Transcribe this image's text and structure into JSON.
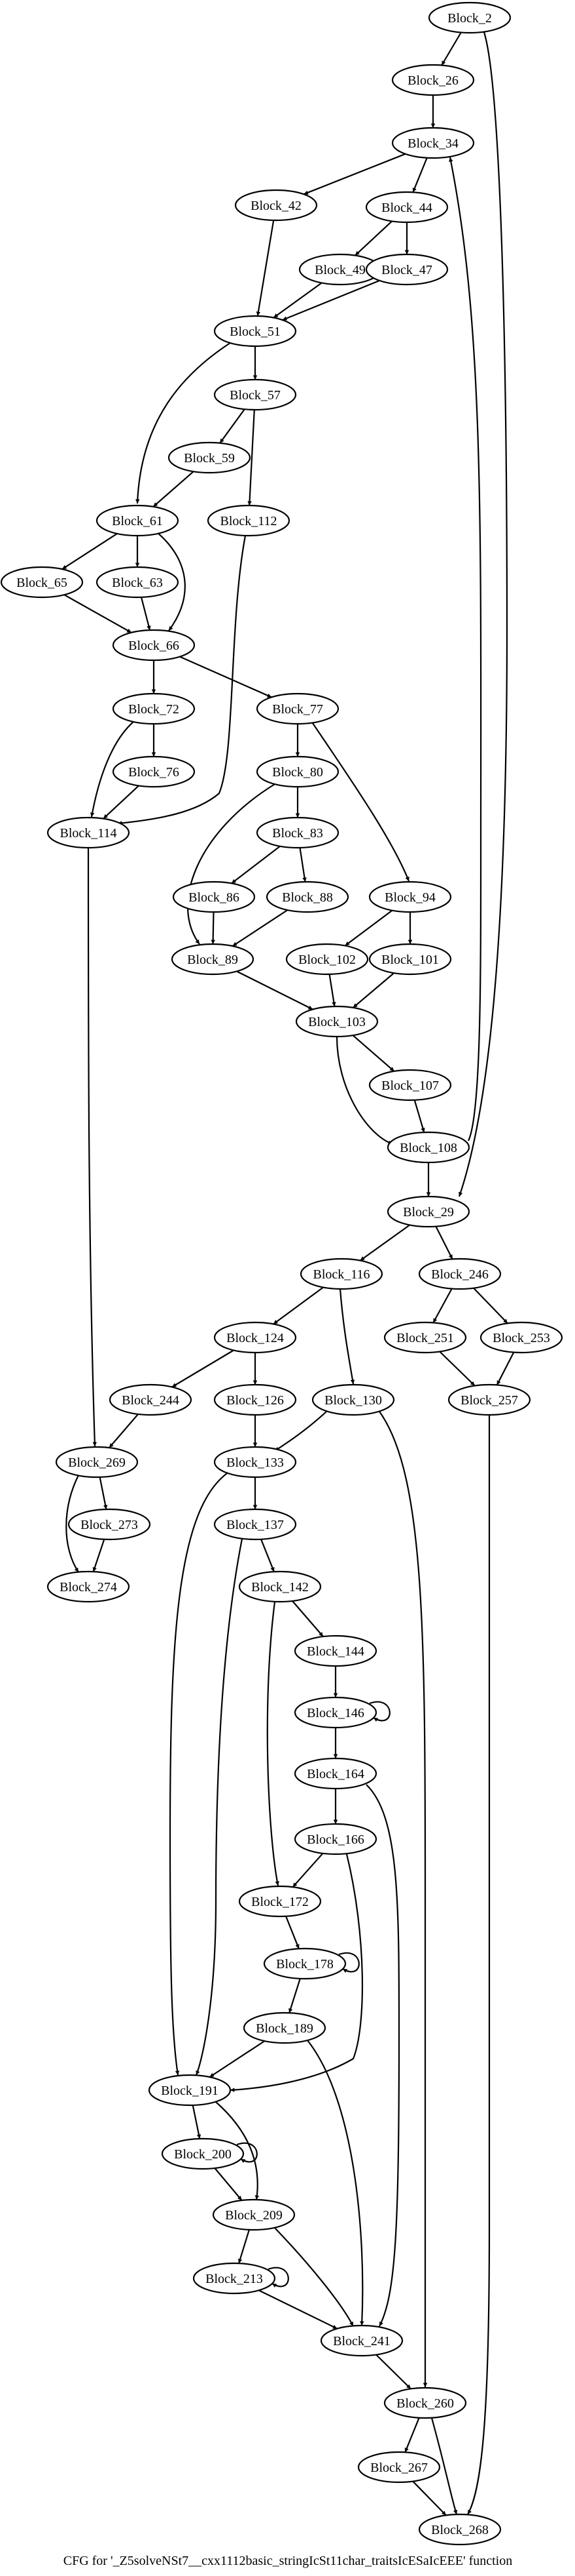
{
  "graph": {
    "caption": "CFG for '_Z5solveNSt7__cxx1112basic_stringIcSt11char_traitsIcESaIcEEE' function",
    "nodes": [
      {
        "id": "Block_2",
        "label": "Block_2"
      },
      {
        "id": "Block_26",
        "label": "Block_26"
      },
      {
        "id": "Block_34",
        "label": "Block_34"
      },
      {
        "id": "Block_42",
        "label": "Block_42"
      },
      {
        "id": "Block_44",
        "label": "Block_44"
      },
      {
        "id": "Block_49",
        "label": "Block_49"
      },
      {
        "id": "Block_47",
        "label": "Block_47"
      },
      {
        "id": "Block_51",
        "label": "Block_51"
      },
      {
        "id": "Block_57",
        "label": "Block_57"
      },
      {
        "id": "Block_59",
        "label": "Block_59"
      },
      {
        "id": "Block_112",
        "label": "Block_112"
      },
      {
        "id": "Block_61",
        "label": "Block_61"
      },
      {
        "id": "Block_65",
        "label": "Block_65"
      },
      {
        "id": "Block_63",
        "label": "Block_63"
      },
      {
        "id": "Block_66",
        "label": "Block_66"
      },
      {
        "id": "Block_72",
        "label": "Block_72"
      },
      {
        "id": "Block_77",
        "label": "Block_77"
      },
      {
        "id": "Block_76",
        "label": "Block_76"
      },
      {
        "id": "Block_80",
        "label": "Block_80"
      },
      {
        "id": "Block_114",
        "label": "Block_114"
      },
      {
        "id": "Block_83",
        "label": "Block_83"
      },
      {
        "id": "Block_86",
        "label": "Block_86"
      },
      {
        "id": "Block_88",
        "label": "Block_88"
      },
      {
        "id": "Block_94",
        "label": "Block_94"
      },
      {
        "id": "Block_89",
        "label": "Block_89"
      },
      {
        "id": "Block_102",
        "label": "Block_102"
      },
      {
        "id": "Block_101",
        "label": "Block_101"
      },
      {
        "id": "Block_103",
        "label": "Block_103"
      },
      {
        "id": "Block_107",
        "label": "Block_107"
      },
      {
        "id": "Block_108",
        "label": "Block_108"
      },
      {
        "id": "Block_29",
        "label": "Block_29"
      },
      {
        "id": "Block_116",
        "label": "Block_116"
      },
      {
        "id": "Block_246",
        "label": "Block_246"
      },
      {
        "id": "Block_124",
        "label": "Block_124"
      },
      {
        "id": "Block_251",
        "label": "Block_251"
      },
      {
        "id": "Block_253",
        "label": "Block_253"
      },
      {
        "id": "Block_244",
        "label": "Block_244"
      },
      {
        "id": "Block_126",
        "label": "Block_126"
      },
      {
        "id": "Block_130",
        "label": "Block_130"
      },
      {
        "id": "Block_257",
        "label": "Block_257"
      },
      {
        "id": "Block_269",
        "label": "Block_269"
      },
      {
        "id": "Block_133",
        "label": "Block_133"
      },
      {
        "id": "Block_273",
        "label": "Block_273"
      },
      {
        "id": "Block_137",
        "label": "Block_137"
      },
      {
        "id": "Block_274",
        "label": "Block_274"
      },
      {
        "id": "Block_142",
        "label": "Block_142"
      },
      {
        "id": "Block_144",
        "label": "Block_144"
      },
      {
        "id": "Block_146",
        "label": "Block_146"
      },
      {
        "id": "Block_164",
        "label": "Block_164"
      },
      {
        "id": "Block_166",
        "label": "Block_166"
      },
      {
        "id": "Block_172",
        "label": "Block_172"
      },
      {
        "id": "Block_178",
        "label": "Block_178"
      },
      {
        "id": "Block_189",
        "label": "Block_189"
      },
      {
        "id": "Block_191",
        "label": "Block_191"
      },
      {
        "id": "Block_200",
        "label": "Block_200"
      },
      {
        "id": "Block_209",
        "label": "Block_209"
      },
      {
        "id": "Block_213",
        "label": "Block_213"
      },
      {
        "id": "Block_241",
        "label": "Block_241"
      },
      {
        "id": "Block_260",
        "label": "Block_260"
      },
      {
        "id": "Block_267",
        "label": "Block_267"
      },
      {
        "id": "Block_268",
        "label": "Block_268"
      }
    ],
    "edges": [
      {
        "from": "Block_2",
        "to": "Block_26"
      },
      {
        "from": "Block_2",
        "to": "Block_29"
      },
      {
        "from": "Block_26",
        "to": "Block_34"
      },
      {
        "from": "Block_34",
        "to": "Block_42"
      },
      {
        "from": "Block_34",
        "to": "Block_44"
      },
      {
        "from": "Block_42",
        "to": "Block_51"
      },
      {
        "from": "Block_44",
        "to": "Block_49"
      },
      {
        "from": "Block_44",
        "to": "Block_47"
      },
      {
        "from": "Block_49",
        "to": "Block_51"
      },
      {
        "from": "Block_47",
        "to": "Block_51"
      },
      {
        "from": "Block_51",
        "to": "Block_57"
      },
      {
        "from": "Block_51",
        "to": "Block_61"
      },
      {
        "from": "Block_57",
        "to": "Block_59"
      },
      {
        "from": "Block_57",
        "to": "Block_112"
      },
      {
        "from": "Block_59",
        "to": "Block_61"
      },
      {
        "from": "Block_112",
        "to": "Block_114"
      },
      {
        "from": "Block_61",
        "to": "Block_65"
      },
      {
        "from": "Block_61",
        "to": "Block_63"
      },
      {
        "from": "Block_61",
        "to": "Block_66"
      },
      {
        "from": "Block_65",
        "to": "Block_66"
      },
      {
        "from": "Block_63",
        "to": "Block_66"
      },
      {
        "from": "Block_66",
        "to": "Block_72"
      },
      {
        "from": "Block_66",
        "to": "Block_77"
      },
      {
        "from": "Block_72",
        "to": "Block_76"
      },
      {
        "from": "Block_72",
        "to": "Block_114"
      },
      {
        "from": "Block_76",
        "to": "Block_114"
      },
      {
        "from": "Block_77",
        "to": "Block_80"
      },
      {
        "from": "Block_77",
        "to": "Block_94"
      },
      {
        "from": "Block_80",
        "to": "Block_83"
      },
      {
        "from": "Block_80",
        "to": "Block_89"
      },
      {
        "from": "Block_83",
        "to": "Block_86"
      },
      {
        "from": "Block_83",
        "to": "Block_88"
      },
      {
        "from": "Block_86",
        "to": "Block_89"
      },
      {
        "from": "Block_88",
        "to": "Block_89"
      },
      {
        "from": "Block_89",
        "to": "Block_103"
      },
      {
        "from": "Block_94",
        "to": "Block_102"
      },
      {
        "from": "Block_94",
        "to": "Block_101"
      },
      {
        "from": "Block_102",
        "to": "Block_103"
      },
      {
        "from": "Block_101",
        "to": "Block_103"
      },
      {
        "from": "Block_103",
        "to": "Block_107"
      },
      {
        "from": "Block_103",
        "to": "Block_108"
      },
      {
        "from": "Block_107",
        "to": "Block_108"
      },
      {
        "from": "Block_108",
        "to": "Block_34"
      },
      {
        "from": "Block_108",
        "to": "Block_29"
      },
      {
        "from": "Block_114",
        "to": "Block_269"
      },
      {
        "from": "Block_29",
        "to": "Block_116"
      },
      {
        "from": "Block_29",
        "to": "Block_246"
      },
      {
        "from": "Block_116",
        "to": "Block_124"
      },
      {
        "from": "Block_116",
        "to": "Block_130"
      },
      {
        "from": "Block_246",
        "to": "Block_251"
      },
      {
        "from": "Block_246",
        "to": "Block_253"
      },
      {
        "from": "Block_251",
        "to": "Block_257"
      },
      {
        "from": "Block_253",
        "to": "Block_257"
      },
      {
        "from": "Block_124",
        "to": "Block_244"
      },
      {
        "from": "Block_124",
        "to": "Block_126"
      },
      {
        "from": "Block_244",
        "to": "Block_269"
      },
      {
        "from": "Block_126",
        "to": "Block_133"
      },
      {
        "from": "Block_130",
        "to": "Block_133"
      },
      {
        "from": "Block_130",
        "to": "Block_260"
      },
      {
        "from": "Block_257",
        "to": "Block_268"
      },
      {
        "from": "Block_269",
        "to": "Block_273"
      },
      {
        "from": "Block_269",
        "to": "Block_274"
      },
      {
        "from": "Block_273",
        "to": "Block_274"
      },
      {
        "from": "Block_133",
        "to": "Block_137"
      },
      {
        "from": "Block_133",
        "to": "Block_191"
      },
      {
        "from": "Block_137",
        "to": "Block_142"
      },
      {
        "from": "Block_137",
        "to": "Block_191"
      },
      {
        "from": "Block_142",
        "to": "Block_144"
      },
      {
        "from": "Block_142",
        "to": "Block_172"
      },
      {
        "from": "Block_144",
        "to": "Block_146"
      },
      {
        "from": "Block_146",
        "to": "Block_146"
      },
      {
        "from": "Block_146",
        "to": "Block_164"
      },
      {
        "from": "Block_164",
        "to": "Block_166"
      },
      {
        "from": "Block_164",
        "to": "Block_241"
      },
      {
        "from": "Block_166",
        "to": "Block_172"
      },
      {
        "from": "Block_166",
        "to": "Block_191"
      },
      {
        "from": "Block_172",
        "to": "Block_178"
      },
      {
        "from": "Block_178",
        "to": "Block_178"
      },
      {
        "from": "Block_178",
        "to": "Block_189"
      },
      {
        "from": "Block_189",
        "to": "Block_191"
      },
      {
        "from": "Block_189",
        "to": "Block_241"
      },
      {
        "from": "Block_191",
        "to": "Block_200"
      },
      {
        "from": "Block_191",
        "to": "Block_209"
      },
      {
        "from": "Block_200",
        "to": "Block_200"
      },
      {
        "from": "Block_200",
        "to": "Block_209"
      },
      {
        "from": "Block_209",
        "to": "Block_213"
      },
      {
        "from": "Block_209",
        "to": "Block_241"
      },
      {
        "from": "Block_213",
        "to": "Block_213"
      },
      {
        "from": "Block_213",
        "to": "Block_241"
      },
      {
        "from": "Block_241",
        "to": "Block_260"
      },
      {
        "from": "Block_260",
        "to": "Block_267"
      },
      {
        "from": "Block_260",
        "to": "Block_268"
      },
      {
        "from": "Block_267",
        "to": "Block_268"
      }
    ]
  }
}
